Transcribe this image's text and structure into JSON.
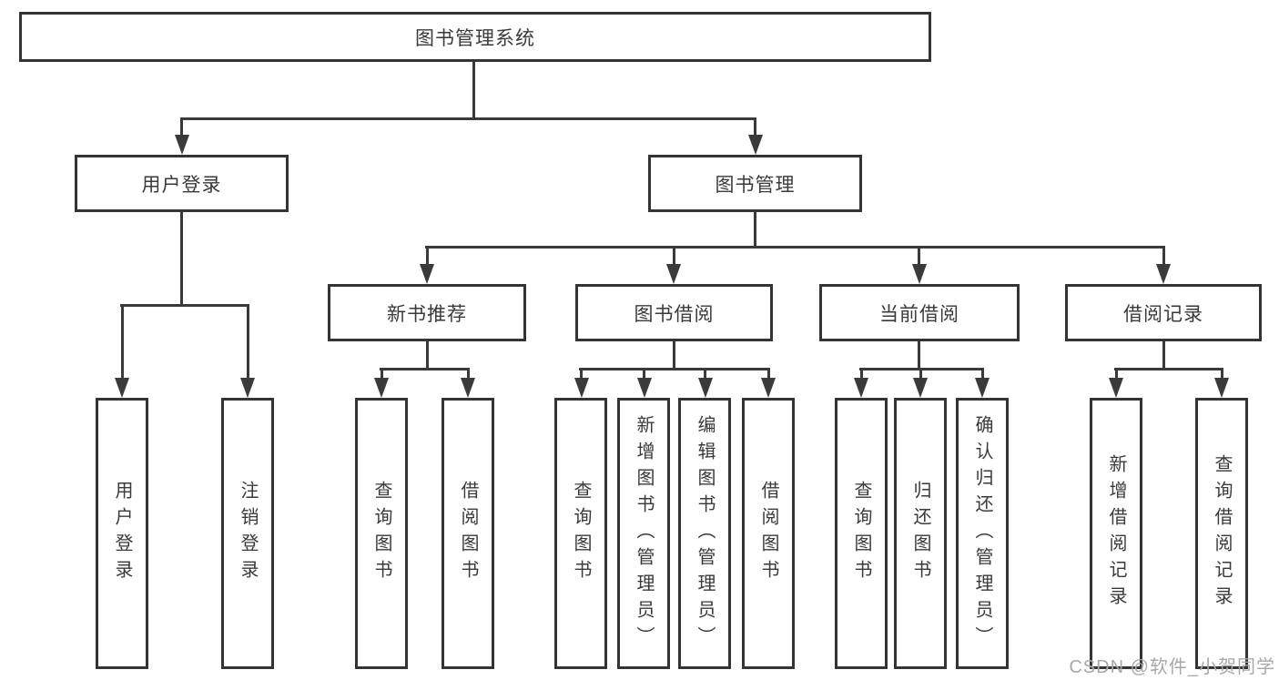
{
  "diagram": {
    "type": "hierarchy",
    "colors": {
      "line": "#3a3a3a",
      "box_border": "#343434",
      "text": "#3a3a3a",
      "background": "#ffffff",
      "watermark": "#a8a8a8"
    }
  },
  "tree": {
    "root": {
      "label": "图书管理系统",
      "children": [
        {
          "label": "用户登录",
          "children": [
            {
              "label": "用户登录"
            },
            {
              "label": "注销登录"
            }
          ]
        },
        {
          "label": "图书管理",
          "children": [
            {
              "label": "新书推荐",
              "children": [
                {
                  "label": "查询图书"
                },
                {
                  "label": "借阅图书"
                }
              ]
            },
            {
              "label": "图书借阅",
              "children": [
                {
                  "label": "查询图书"
                },
                {
                  "label": "新增图书（管理员）"
                },
                {
                  "label": "编辑图书（管理员）"
                },
                {
                  "label": "借阅图书"
                }
              ]
            },
            {
              "label": "当前借阅",
              "children": [
                {
                  "label": "查询图书"
                },
                {
                  "label": "归还图书"
                },
                {
                  "label": "确认归还（管理员）"
                }
              ]
            },
            {
              "label": "借阅记录",
              "children": [
                {
                  "label": "新增借阅记录"
                },
                {
                  "label": "查询借阅记录"
                }
              ]
            }
          ]
        }
      ]
    }
  },
  "watermark": {
    "text": "CSDN @软件_小贺同学"
  }
}
